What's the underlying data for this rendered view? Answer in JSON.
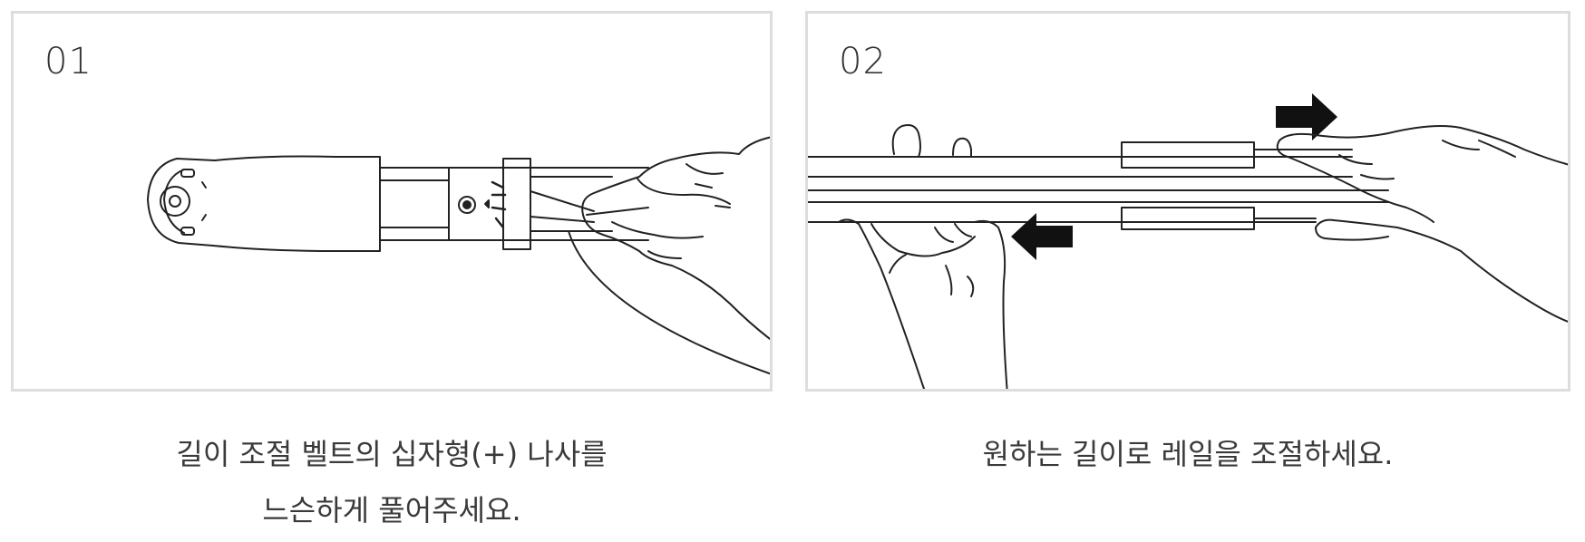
{
  "steps": [
    {
      "number": "01",
      "caption_lines": [
        "길이 조절 벨트의 십자형(+) 나사를",
        "느슨하게 풀어주세요."
      ]
    },
    {
      "number": "02",
      "caption_lines": [
        "원하는 길이로 레일을 조절하세요."
      ]
    }
  ],
  "colors": {
    "border": "#dddddd",
    "line": "#222222",
    "text": "#333333"
  },
  "icons": [
    "screw-icon",
    "arrow-right-icon",
    "arrow-left-icon"
  ]
}
